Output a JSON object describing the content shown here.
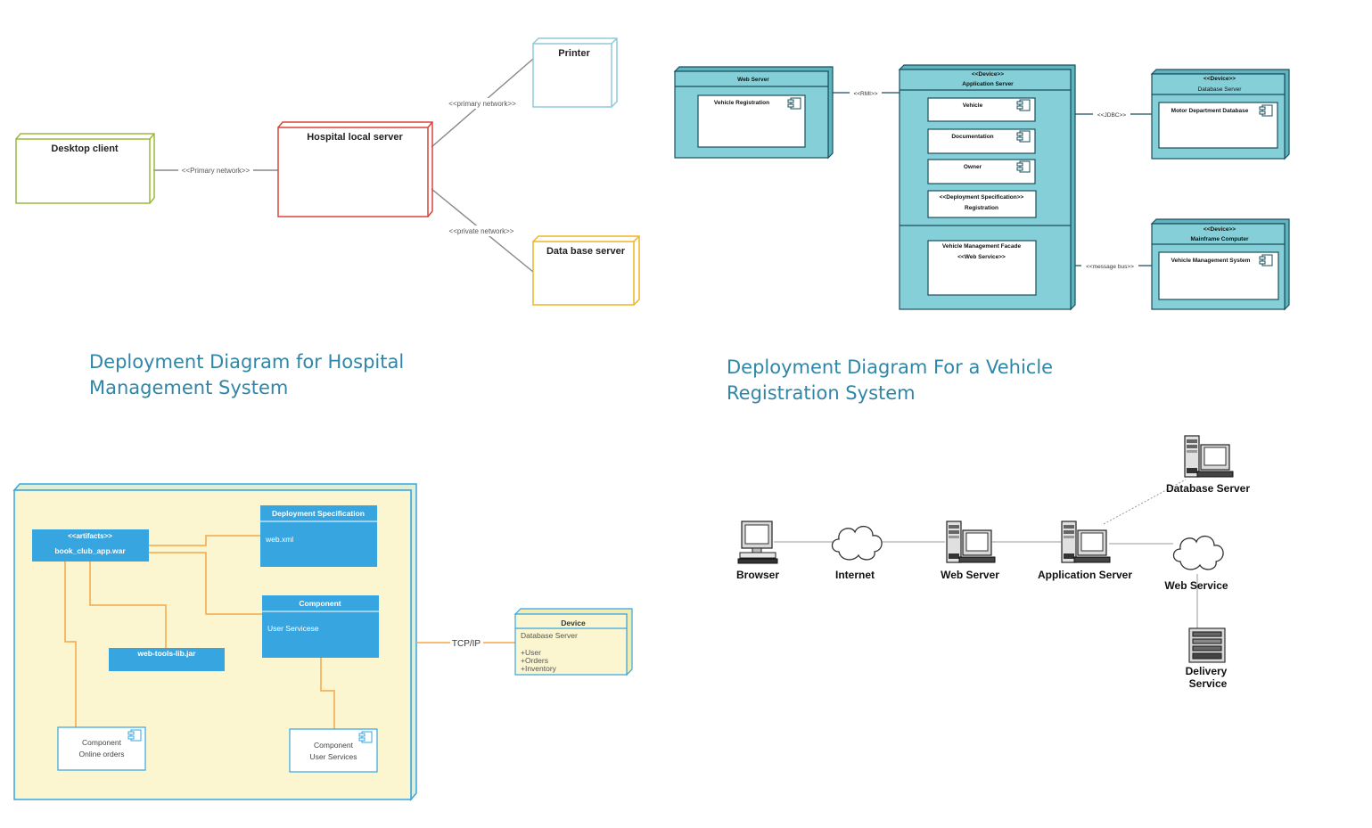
{
  "hospital": {
    "nodes": {
      "desktop": "Desktop  client",
      "local_server": "Hospital local server",
      "printer": "Printer",
      "db_server": "Data base server"
    },
    "links": {
      "primary_network": "<<Primary network>>",
      "primary_network_2": "<<primary network>>",
      "private_network": "<<private network>>"
    },
    "caption_line1": "Deployment Diagram for Hospital",
    "caption_line2": "Management System",
    "colors": {
      "desktop": "#9aba3c",
      "local_server": "#d9453a",
      "printer": "#8ecad6",
      "db_server": "#f0b429"
    }
  },
  "vehicle": {
    "web_server": {
      "title": "Web Server",
      "component": "Vehicle Registration"
    },
    "app_server": {
      "stereotype": "<<Device>>",
      "title": "Application Server",
      "components": [
        "Vehicle",
        "Documentation",
        "Owner"
      ],
      "spec_line1": "<<Deployment Specification>>",
      "spec_line2": "Registration",
      "facade_line1": "Vehicle Management Facade",
      "facade_line2": "<<Web Service>>"
    },
    "db_server": {
      "stereotype": "<<Device>>",
      "title": "Database Server",
      "component": "Motor Department Database"
    },
    "mainframe": {
      "stereotype": "<<Device>>",
      "title": "Mainframe Computer",
      "component": "Vehicle Management System"
    },
    "links": {
      "rmi": "<<RMI>>",
      "jdbc": "<<JDBC>>",
      "message_bus": "<<message bus>>"
    },
    "caption_line1": "Deployment Diagram For a Vehicle",
    "caption_line2": "Registration System",
    "colors": {
      "fill": "#85d0d8",
      "stroke": "#1a4e5c"
    }
  },
  "bookclub": {
    "artifact_stereotype": "<<artifacts>>",
    "artifact_name": "book_club_app.war",
    "deployment_spec_title": "Deployment Specification",
    "deployment_spec_body": "web.xml",
    "component_title": "Component",
    "component_body": "User Servicese",
    "web_tools": "web-tools-lib.jar",
    "online_orders_line1": "Component",
    "online_orders_line2": "Online orders",
    "user_services_line1": "Component",
    "user_services_line2": "User Services",
    "tcpip": "TCP/IP",
    "device_title": "Device",
    "device_name": "Database Server",
    "device_items": [
      "+User",
      "+Orders",
      "+Inventory"
    ],
    "colors": {
      "container": "#fbf6cf",
      "blue": "#36a5e0",
      "orange": "#f5a54a"
    }
  },
  "network": {
    "browser": "Browser",
    "internet": "Internet",
    "web_server": "Web Server",
    "app_server": "Application Server",
    "db_server": "Database Server",
    "web_service": "Web Service",
    "delivery_line1": "Delivery",
    "delivery_line2": "Service"
  }
}
